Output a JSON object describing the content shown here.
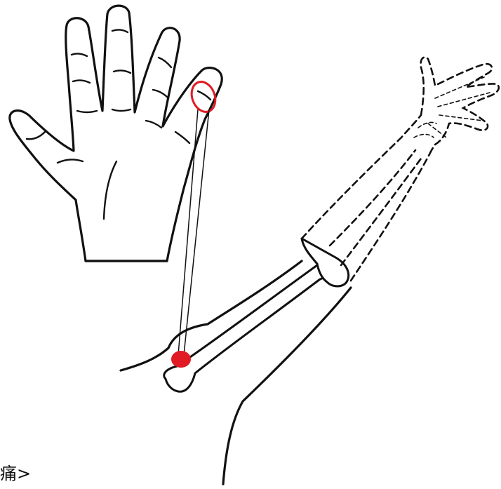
{
  "caption": "痛>",
  "colors": {
    "line": "#111111",
    "highlight": "#e01b24",
    "background": "#ffffff"
  },
  "markers": {
    "finger_marker": "red-ring",
    "forearm_marker": "red-dot"
  }
}
